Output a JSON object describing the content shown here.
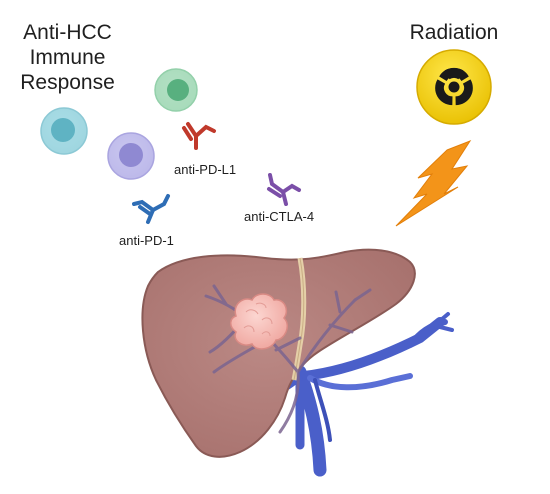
{
  "headings": {
    "immune_line1": "Anti-HCC",
    "immune_line2": "Immune",
    "immune_line3": "Response",
    "radiation": "Radiation"
  },
  "antibodies": {
    "pd_l1": "anti-PD-L1",
    "pd_1": "anti-PD-1",
    "ctla_4": "anti-CTLA-4"
  },
  "colors": {
    "cell_teal": "#6fc0cf",
    "cell_purple": "#9d97d6",
    "cell_green": "#64b98a",
    "antibody_red": "#c0392b",
    "antibody_blue": "#2e6db5",
    "antibody_purple": "#7b4fa8",
    "hazard_yellow": "#f5d10a",
    "bolt_orange": "#f39419",
    "liver": "#b07a76",
    "vessel_blue": "#4a5fc9",
    "tumor_pink": "#f5b8b2"
  },
  "icons": [
    "immune-cell-icon",
    "antibody-icon",
    "radiation-hazard-icon",
    "lightning-bolt-icon",
    "liver-icon",
    "tumor-icon"
  ]
}
